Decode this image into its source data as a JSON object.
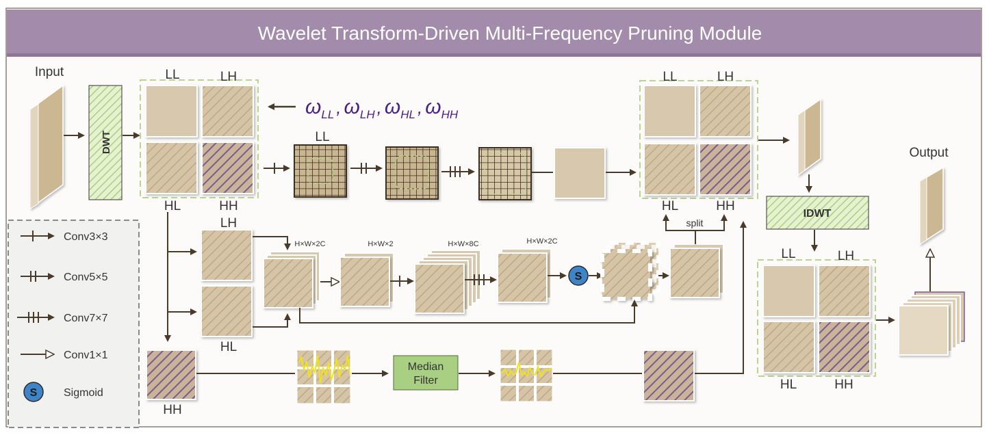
{
  "title": "Wavelet Transform-Driven Multi-Frequency Pruning Module",
  "labels": {
    "input": "Input",
    "output": "Output",
    "dwt": "DWT",
    "idwt": "IDWT",
    "ll": "LL",
    "lh": "LH",
    "hl": "HL",
    "hh": "HH",
    "split": "split",
    "median_filter_line1": "Median",
    "median_filter_line2": "Filter",
    "sigmoid_symbol": "S"
  },
  "weights": {
    "omega": "ω",
    "sub_ll": "LL",
    "sub_lh": "LH",
    "sub_hl": "HL",
    "sub_hh": "HH",
    "sep": ","
  },
  "dims": {
    "d1": "H×W×2C",
    "d2": "H×W×2",
    "d3": "H×W×8C",
    "d4": "H×W×2C"
  },
  "legend": [
    {
      "label": "Conv3×3",
      "icon": "arrow-1-bar-icon"
    },
    {
      "label": "Conv5×5",
      "icon": "arrow-2-bar-icon"
    },
    {
      "label": "Conv7×7",
      "icon": "arrow-3-bar-icon"
    },
    {
      "label": "Conv1×1",
      "icon": "open-triangle-arrow-icon"
    },
    {
      "label": "Sigmoid",
      "icon": "sigmoid-circle-icon"
    }
  ],
  "colors": {
    "title_bar": "#a38bab",
    "ll_fill": "#d8c8ae",
    "hatch_tan": "#d6c4a6",
    "hatch_purple": "#7d5a8c",
    "dwt_green": "#d6e9b4",
    "median_green": "#a9cf83",
    "arrow": "#4a3a2a",
    "sigmoid": "#3e84c6"
  }
}
